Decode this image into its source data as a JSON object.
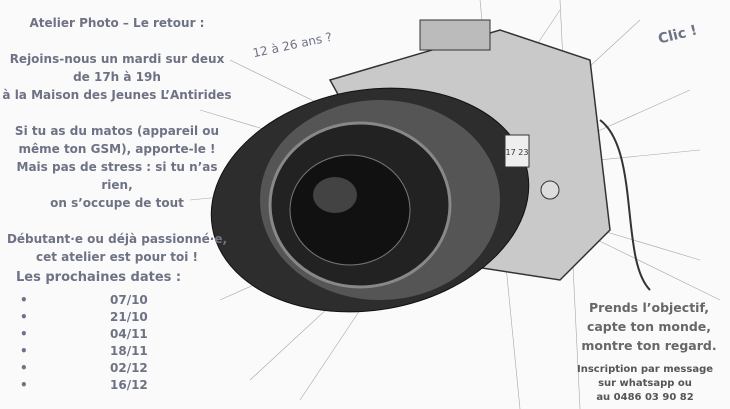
{
  "intro": {
    "title": "Atelier Photo – Le retour :",
    "schedule": [
      "Rejoins-nous un mardi sur deux",
      "de 17h à 19h",
      "à la Maison des Jeunes L’Antirides"
    ],
    "equipment": [
      "Si tu as du matos (appareil ou",
      "même ton GSM), apporte-le !",
      "Mais pas de stress : si tu n’as rien,",
      "on s’occupe de tout"
    ],
    "audience": [
      "Débutant·e ou déjà passionné·e,",
      "cet atelier est pour toi !"
    ]
  },
  "age": "12 à 26 ans ?",
  "clic": "Clic !",
  "dates_title": "Les prochaines dates :",
  "dates": [
    "07/10",
    "21/10",
    "04/11",
    "18/11",
    "02/12",
    "16/12"
  ],
  "slogan": [
    "Prends l’objectif,",
    "capte ton monde,",
    "montre ton regard."
  ],
  "inscription": [
    "Inscription par message",
    "sur whatsapp ou",
    "au 0486 03 90 82"
  ],
  "camera_label": "17 23"
}
